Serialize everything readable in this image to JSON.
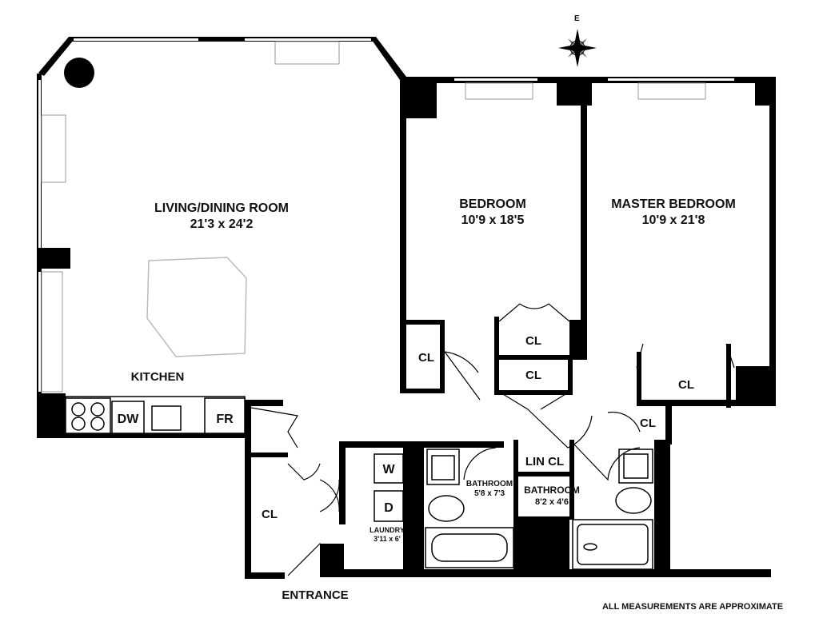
{
  "compass": {
    "label": "E"
  },
  "rooms": {
    "living": {
      "name": "LIVING/DINING ROOM",
      "size": "21'3 x 24'2"
    },
    "kitchen": {
      "name": "KITCHEN"
    },
    "bedroom": {
      "name": "BEDROOM",
      "size": "10'9 x 18'5"
    },
    "master": {
      "name": "MASTER BEDROOM",
      "size": "10'9 x 21'8"
    },
    "bath1": {
      "name": "BATHROOM",
      "size": "5'8 x 7'3"
    },
    "bath2": {
      "name": "BATHROOM",
      "size": "8'2 x 4'6"
    },
    "laundry": {
      "name": "LAUNDRY",
      "size": "3'11 x 6'"
    }
  },
  "closets": {
    "bedroom_cl": "CL",
    "hall_cl_upper": "CL",
    "hall_cl_lower": "CL",
    "master_cl": "CL",
    "hall_cl_right": "CL",
    "entry_cl": "CL",
    "lin_cl": "LIN CL"
  },
  "appliances": {
    "dw": "DW",
    "fr": "FR",
    "washer": "W",
    "dryer": "D"
  },
  "entrance": "ENTRANCE",
  "note": "ALL MEASUREMENTS ARE APPROXIMATE"
}
